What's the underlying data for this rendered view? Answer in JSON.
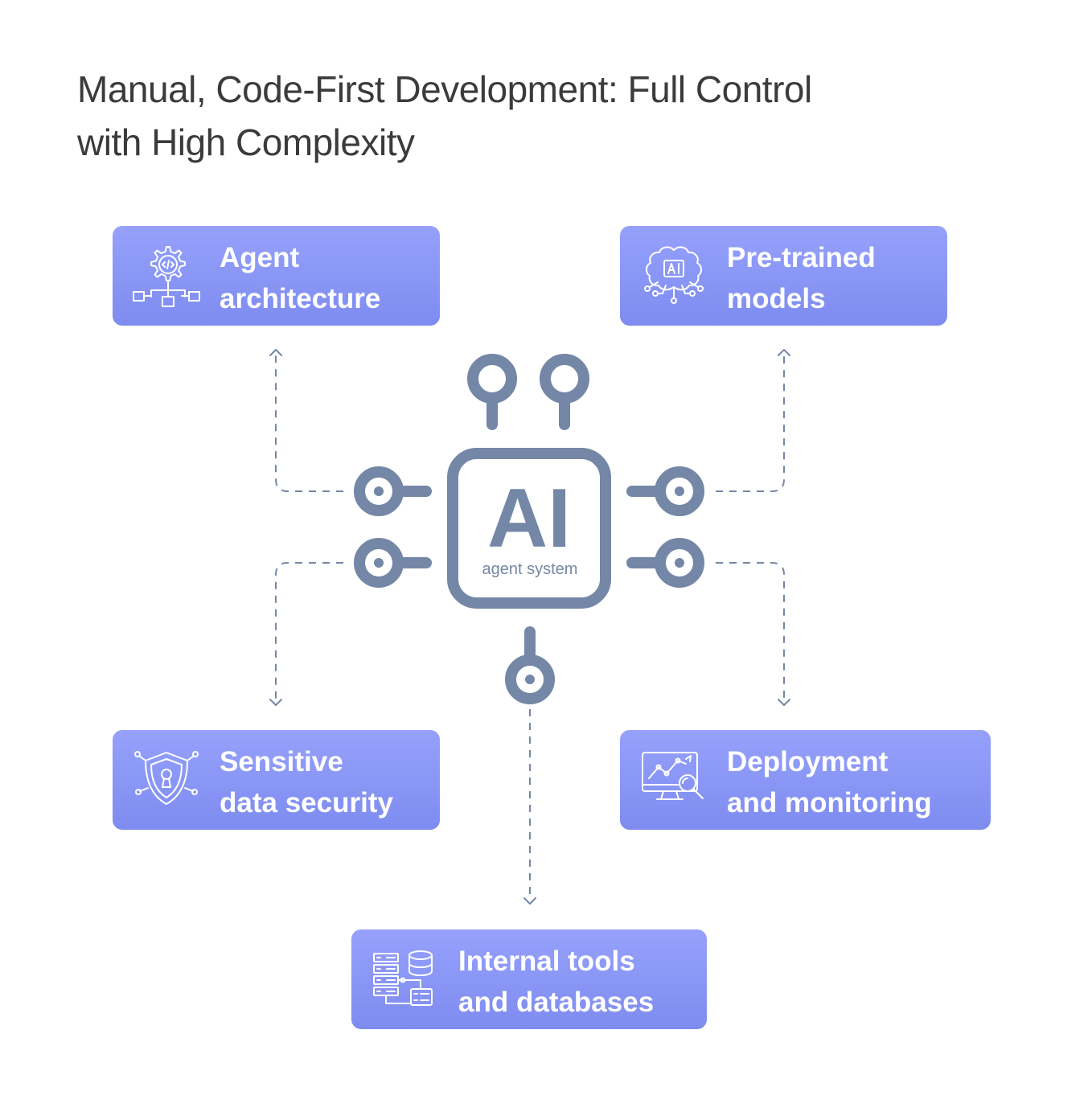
{
  "title": {
    "line1": "Manual, Code-First Development: Full Control",
    "line2": "with High Complexity"
  },
  "center": {
    "main_label": "AI",
    "sub_label": "agent system",
    "color": "#7487a6"
  },
  "nodes": {
    "agent_architecture": {
      "line1": "Agent",
      "line2": "architecture",
      "icon": "gear-code-network-icon"
    },
    "pretrained_models": {
      "line1": "Pre-trained",
      "line2": "models",
      "icon": "ai-brain-icon"
    },
    "sensitive_data_security": {
      "line1": "Sensitive",
      "line2": "data security",
      "icon": "shield-lock-icon"
    },
    "deployment_monitoring": {
      "line1": "Deployment",
      "line2": "and monitoring",
      "icon": "monitor-analytics-icon"
    },
    "internal_tools_databases": {
      "line1": "Internal tools",
      "line2": "and databases",
      "icon": "server-database-icon"
    }
  },
  "colors": {
    "card_top": "#96a1fb",
    "card_bottom": "#7e8cf0",
    "connector": "#7487a6",
    "title": "#3b3b3b"
  }
}
